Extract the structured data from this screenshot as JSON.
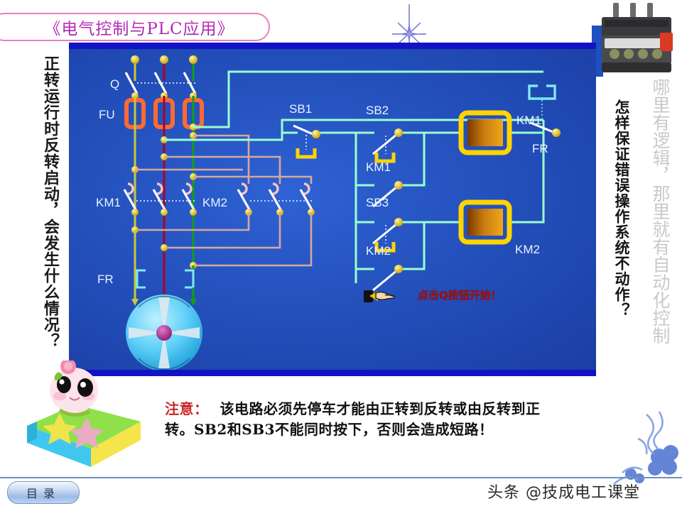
{
  "title": {
    "text": "《电气控制与PLC应用》"
  },
  "side_texts": {
    "left_question": "正转运行时反转启动，会发生什么情况？",
    "right_question": "怎样保证错误操作系统不动作？",
    "right_slogan": "哪里有逻辑，那里就有自动化控制"
  },
  "diagram": {
    "prompt": "点击Q按钮开始！",
    "labels": {
      "q": "Q",
      "fu": "FU",
      "km1_main": "KM1",
      "km2_main": "KM2",
      "fr_main": "FR",
      "sb1": "SB1",
      "sb2": "SB2",
      "sb3": "SB3",
      "km1_aux": "KM1",
      "km2_aux": "KM2",
      "km1_coil": "KM1",
      "km2_coil": "KM2",
      "fr_contact": "FR"
    },
    "colors": {
      "background": "#2451bd",
      "border": "#1212c6",
      "control_wire": "#9affd0",
      "power_wire_l1": "#c8c83c",
      "power_wire_l2": "#b00020",
      "power_wire_l3": "#11a011",
      "cross_wire": "#d9a79c",
      "node": "#e8d43a",
      "coil": "#ffd400",
      "fuse": "#ff6a33",
      "label": "#cfe8ff",
      "prompt": "#9a1111"
    }
  },
  "note": {
    "label": "注意：",
    "body": "该电路必须先停车才能由正转到反转或由反转到正转。SB2和SB3不能同时按下，否则会造成短路！"
  },
  "footer": {
    "toc_label": "目录",
    "watermark": "头条 @技成电工课堂"
  }
}
